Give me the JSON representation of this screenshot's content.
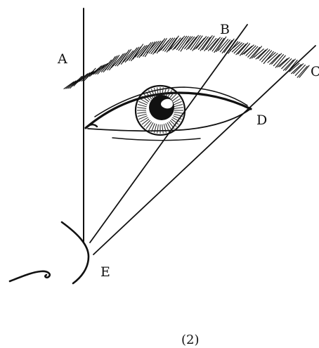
{
  "diagram": {
    "labels": {
      "A": "A",
      "B": "B",
      "C": "C",
      "D": "D",
      "E": "E"
    },
    "caption": "(2)"
  }
}
